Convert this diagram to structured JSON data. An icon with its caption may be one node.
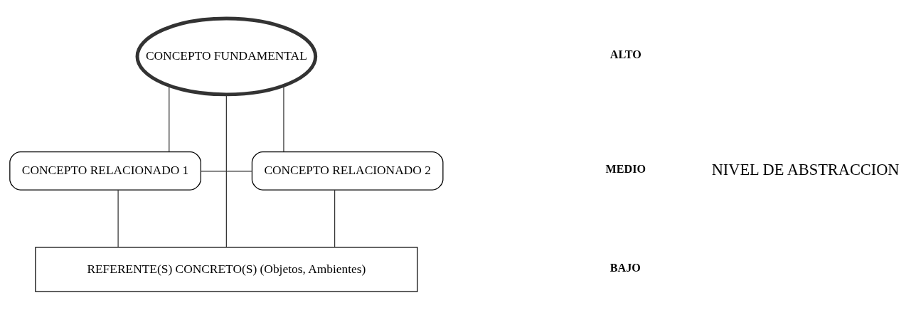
{
  "diagram": {
    "nodes": [
      {
        "text": [
          "CONCEPTO FUNDAMENTAL"
        ]
      },
      {
        "text": [
          "CONCEPTO RELACIONADO 1"
        ]
      },
      {
        "text": [
          "CONCEPTO RELACIONADO 2"
        ]
      },
      {
        "text": [
          "REFERENTE(S) CONCRETO(S) (Objetos, Ambientes)"
        ]
      }
    ],
    "edges": [
      {
        "from": 0,
        "to": 1,
        "arrow": "none"
      },
      {
        "from": 0,
        "to": 2,
        "arrow": "none"
      },
      {
        "from": 1,
        "to": 2,
        "arrow": "none"
      },
      {
        "from": 1,
        "to": 3,
        "arrow": "none"
      },
      {
        "from": 2,
        "to": 3,
        "arrow": "none"
      },
      {
        "from": 0,
        "to": 3,
        "arrow": "none"
      }
    ],
    "labels": [
      "ALTO",
      "NIVEL DE ABSTRACCION",
      "MEDIO",
      "BAJO"
    ]
  }
}
